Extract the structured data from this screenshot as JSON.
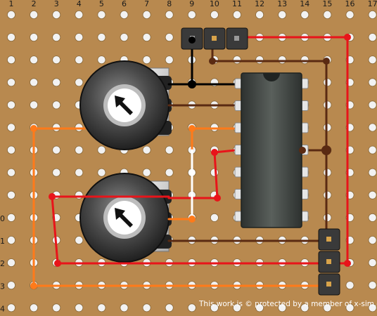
{
  "board": {
    "column_numbers": [
      "1",
      "2",
      "3",
      "4",
      "5",
      "6",
      "7",
      "8",
      "9",
      "10",
      "11",
      "12",
      "13",
      "14",
      "15",
      "16",
      "17"
    ],
    "row_numbers": [
      "0",
      "1",
      "2",
      "3",
      "4"
    ],
    "colors": {
      "board": "#b8894f",
      "hole": "#f2f2f2",
      "wire_red": "#e8141a",
      "wire_orange": "#ff7a1a",
      "wire_brown": "#5a2a12",
      "wire_black": "#000000",
      "wire_white": "#ffffff"
    }
  },
  "footer": {
    "copyright": "This work is © protected by a member of x-sim.de"
  }
}
